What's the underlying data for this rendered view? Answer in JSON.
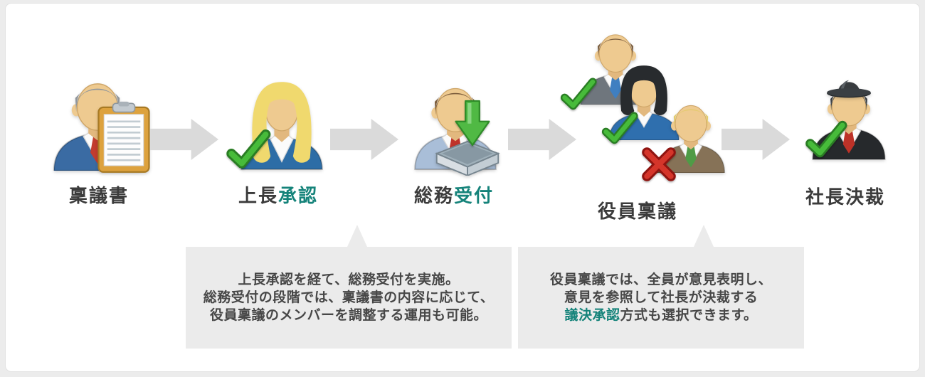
{
  "colors": {
    "accent_teal": "#15837a",
    "label_text": "#3b3b3b",
    "callout_text": "#474747",
    "callout_bg": "#ebebeb",
    "arrow_gray": "#dadada",
    "check_green": "#47bb3a",
    "cross_red": "#d5352a",
    "card_bg": "#ffffff",
    "page_bg": "#ececec"
  },
  "steps": [
    {
      "name": "ringi-document",
      "icon": "person-with-clipboard-icon",
      "label_parts": [
        {
          "text": "稟議書",
          "accent": false
        }
      ]
    },
    {
      "name": "superior-approval",
      "icon": "woman-approved-icon",
      "label_parts": [
        {
          "text": "上長",
          "accent": false
        },
        {
          "text": "承認",
          "accent": true
        }
      ]
    },
    {
      "name": "general-affairs-reception",
      "icon": "person-inbox-icon",
      "label_parts": [
        {
          "text": "総務",
          "accent": false
        },
        {
          "text": "受付",
          "accent": true
        }
      ]
    },
    {
      "name": "executive-ringi",
      "icon": "executive-group-vote-icon",
      "label_parts": [
        {
          "text": "役員稟議",
          "accent": false
        }
      ]
    },
    {
      "name": "president-decision",
      "icon": "president-approved-icon",
      "label_parts": [
        {
          "text": "社長決裁",
          "accent": false
        }
      ]
    }
  ],
  "callouts": [
    {
      "name": "reception-note",
      "lines": [
        [
          {
            "text": "上長承認を経て、総務受付を実施。",
            "accent": false
          }
        ],
        [
          {
            "text": "総務受付の段階では、稟議書の内容に応じて、",
            "accent": false
          }
        ],
        [
          {
            "text": "役員稟議のメンバーを調整する運用も可能。",
            "accent": false
          }
        ]
      ]
    },
    {
      "name": "executive-note",
      "lines": [
        [
          {
            "text": "役員稟議では、全員が意見表明し、",
            "accent": false
          }
        ],
        [
          {
            "text": "意見を参照して社長が決裁する",
            "accent": false
          }
        ],
        [
          {
            "text": "議決承認",
            "accent": true
          },
          {
            "text": "方式も選択できます。",
            "accent": false
          }
        ]
      ]
    }
  ]
}
